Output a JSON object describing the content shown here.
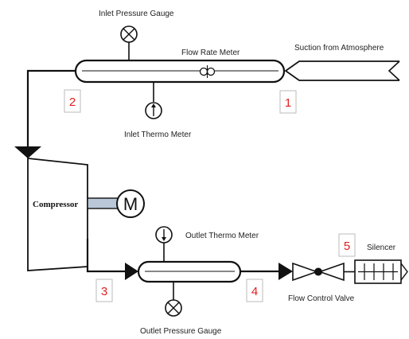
{
  "labels": {
    "inlet_pressure_gauge": "Inlet Pressure Gauge",
    "flow_rate_meter": "Flow Rate Meter",
    "suction": "Suction from Atmosphere",
    "inlet_thermo_meter": "Inlet Thermo Meter",
    "compressor": "Compressor",
    "motor": "M",
    "outlet_thermo_meter": "Outlet Thermo Meter",
    "silencer": "Silencer",
    "flow_control_valve": "Flow Control Valve",
    "outlet_pressure_gauge": "Outlet Pressure Gauge"
  },
  "points": [
    "1",
    "2",
    "3",
    "4",
    "5"
  ],
  "colors": {
    "line": "#111111",
    "point_box_border": "#bbbbbb",
    "point_number": "#e02020",
    "motor_shaft": "#b9c7d8"
  },
  "icons": {
    "pressure_gauge": "circle-x-gauge-icon",
    "thermometer": "thermometer-icon",
    "flow_meter": "flow-meter-icon",
    "motor": "motor-icon",
    "valve": "globe-valve-icon",
    "silencer": "silencer-icon"
  }
}
